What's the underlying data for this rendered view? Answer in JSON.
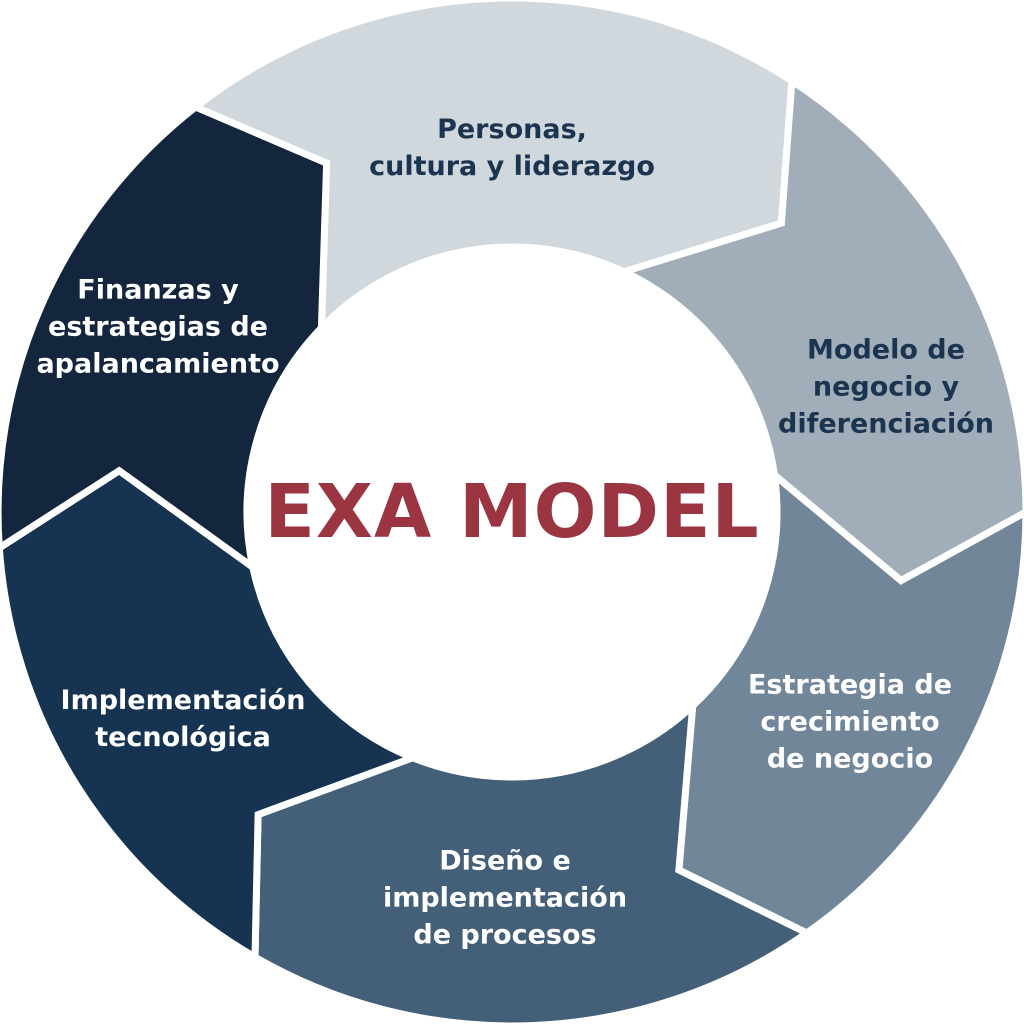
{
  "title": "EXA MODEL",
  "colors": {
    "title": "#9b3542",
    "dark_text": "#1b3450",
    "light_text": "#ffffff",
    "gap": "#ffffff"
  },
  "segments": [
    {
      "id": "personas",
      "lines": [
        "Personas,",
        "cultura y liderazgo"
      ],
      "color": "#d0d7dd",
      "text_color": "#1b3450"
    },
    {
      "id": "modelo",
      "lines": [
        "Modelo de",
        "negocio y",
        "diferenciación"
      ],
      "color": "#a1aeb9",
      "text_color": "#1b3450"
    },
    {
      "id": "estrategia",
      "lines": [
        "Estrategia de",
        "crecimiento",
        "de negocio"
      ],
      "color": "#72869a",
      "text_color": "#ffffff"
    },
    {
      "id": "diseno",
      "lines": [
        "Diseño e",
        "implementación",
        "de procesos"
      ],
      "color": "#445f78",
      "text_color": "#ffffff"
    },
    {
      "id": "implementacion",
      "lines": [
        "Implementación",
        "tecnológica"
      ],
      "color": "#163452",
      "text_color": "#ffffff"
    },
    {
      "id": "finanzas",
      "lines": [
        "Finanzas y",
        "estrategias de",
        "apalancamiento"
      ],
      "color": "#14263d",
      "text_color": "#ffffff"
    }
  ]
}
